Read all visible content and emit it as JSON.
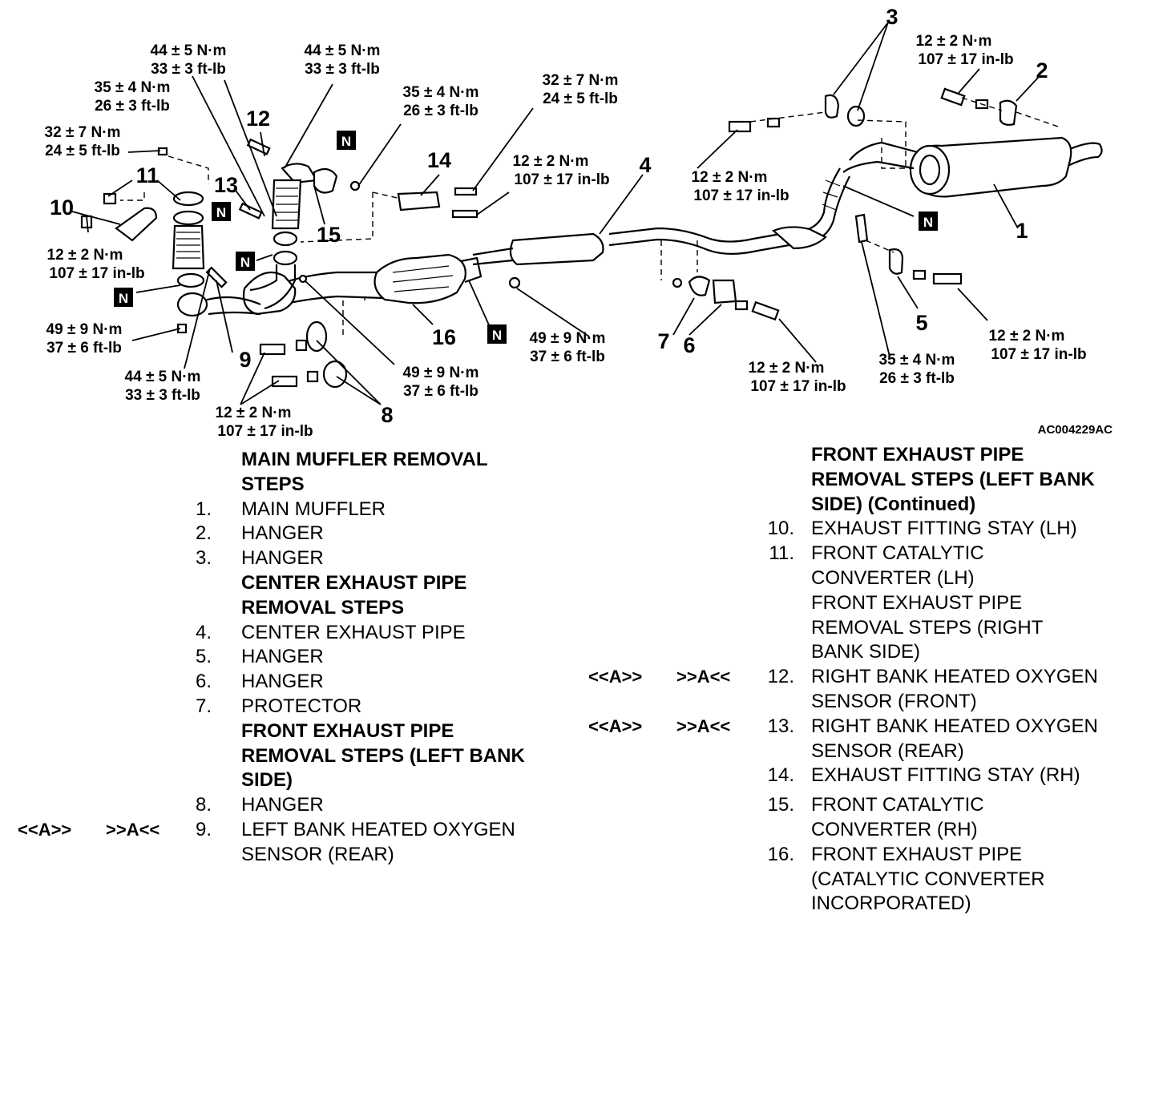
{
  "figure_id": "AC004229AC",
  "n_mark": "N",
  "callouts": [
    "1",
    "2",
    "3",
    "4",
    "5",
    "6",
    "7",
    "8",
    "9",
    "10",
    "11",
    "12",
    "13",
    "14",
    "15",
    "16"
  ],
  "torques": {
    "t_44_a": [
      "44 ± 5 N·m",
      "33 ± 3 ft-lb"
    ],
    "t_44_b": [
      "44 ± 5 N·m",
      "33 ± 3 ft-lb"
    ],
    "t_35_a": [
      "35 ± 4 N·m",
      "26 ± 3 ft-lb"
    ],
    "t_32_a": [
      "32 ± 7 N·m",
      "24 ± 5 ft-lb"
    ],
    "t_35_b": [
      "35 ± 4 N·m",
      "26 ± 3 ft-lb"
    ],
    "t_32_b": [
      "32 ± 7 N·m",
      "24 ± 5 ft-lb"
    ],
    "t_12_a": [
      "12 ± 2 N·m",
      "107 ± 17 in-lb"
    ],
    "t_12_b": [
      "12 ± 2 N·m",
      "107 ± 17 in-lb"
    ],
    "t_12_c": [
      "12 ± 2 N·m",
      "107 ± 17 in-lb"
    ],
    "t_12_d": [
      "12 ± 2 N·m",
      "107 ± 17 in-lb"
    ],
    "t_49_a": [
      "49 ± 9 N·m",
      "37 ± 6 ft-lb"
    ],
    "t_44_c": [
      "44 ± 5 N·m",
      "33 ± 3 ft-lb"
    ],
    "t_12_e": [
      "12 ± 2 N·m",
      "107 ± 17 in-lb"
    ],
    "t_49_b": [
      "49 ± 9 N·m",
      "37 ± 6 ft-lb"
    ],
    "t_49_c": [
      "49 ± 9 N·m",
      "37 ± 6 ft-lb"
    ],
    "t_12_f": [
      "12 ± 2 N·m",
      "107 ± 17 in-lb"
    ],
    "t_35_c": [
      "35 ± 4 N·m",
      "26 ± 3 ft-lb"
    ],
    "t_12_g": [
      "12 ± 2 N·m",
      "107 ± 17 in-lb"
    ]
  },
  "left_list": [
    {
      "type": "header",
      "text": "MAIN MUFFLER REMOVAL"
    },
    {
      "type": "header",
      "text": "STEPS"
    },
    {
      "type": "item",
      "num": "1.",
      "text": "MAIN MUFFLER"
    },
    {
      "type": "item",
      "num": "2.",
      "text": "HANGER"
    },
    {
      "type": "item",
      "num": "3.",
      "text": "HANGER"
    },
    {
      "type": "header",
      "text": "CENTER EXHAUST PIPE"
    },
    {
      "type": "header",
      "text": "REMOVAL STEPS"
    },
    {
      "type": "item",
      "num": "4.",
      "text": "CENTER EXHAUST PIPE"
    },
    {
      "type": "item",
      "num": "5.",
      "text": "HANGER"
    },
    {
      "type": "item",
      "num": "6.",
      "text": "HANGER"
    },
    {
      "type": "item",
      "num": "7.",
      "text": "PROTECTOR"
    },
    {
      "type": "header",
      "text": "FRONT EXHAUST PIPE"
    },
    {
      "type": "header",
      "text": "REMOVAL STEPS (LEFT BANK"
    },
    {
      "type": "header",
      "text": "SIDE)"
    },
    {
      "type": "item",
      "num": "8.",
      "text": "HANGER"
    },
    {
      "type": "item",
      "num": "9.",
      "text": "LEFT BANK HEATED OXYGEN",
      "mark_removal": "<<A>>",
      "mark_install": ">>A<<"
    },
    {
      "type": "item",
      "num": "",
      "text": "SENSOR (REAR)"
    }
  ],
  "right_list": [
    {
      "type": "header",
      "text": "FRONT EXHAUST PIPE"
    },
    {
      "type": "header",
      "text": "REMOVAL STEPS (LEFT BANK"
    },
    {
      "type": "header",
      "text": "SIDE) (Continued)"
    },
    {
      "type": "item",
      "num": "10.",
      "text": "EXHAUST FITTING STAY (LH)"
    },
    {
      "type": "item",
      "num": "11.",
      "text": "FRONT CATALYTIC"
    },
    {
      "type": "item",
      "num": "",
      "text": "CONVERTER (LH)"
    },
    {
      "type": "item",
      "num": "",
      "text": "FRONT EXHAUST PIPE"
    },
    {
      "type": "item",
      "num": "",
      "text": "REMOVAL STEPS (RIGHT"
    },
    {
      "type": "item",
      "num": "",
      "text": "BANK SIDE)"
    },
    {
      "type": "item",
      "num": "12.",
      "text": "RIGHT BANK HEATED OXYGEN",
      "mark_removal": "<<A>>",
      "mark_install": ">>A<<"
    },
    {
      "type": "item",
      "num": "",
      "text": "SENSOR (FRONT)"
    },
    {
      "type": "item",
      "num": "13.",
      "text": "RIGHT BANK HEATED OXYGEN",
      "mark_removal": "<<A>>",
      "mark_install": ">>A<<"
    },
    {
      "type": "item",
      "num": "",
      "text": "SENSOR (REAR)"
    },
    {
      "type": "item",
      "num": "14.",
      "text": "EXHAUST FITTING STAY (RH)"
    },
    {
      "type": "gap"
    },
    {
      "type": "item",
      "num": "15.",
      "text": "FRONT CATALYTIC"
    },
    {
      "type": "item",
      "num": "",
      "text": "CONVERTER (RH)"
    },
    {
      "type": "item",
      "num": "16.",
      "text": "FRONT EXHAUST PIPE"
    },
    {
      "type": "item",
      "num": "",
      "text": "(CATALYTIC CONVERTER"
    },
    {
      "type": "item",
      "num": "",
      "text": "INCORPORATED)"
    }
  ]
}
